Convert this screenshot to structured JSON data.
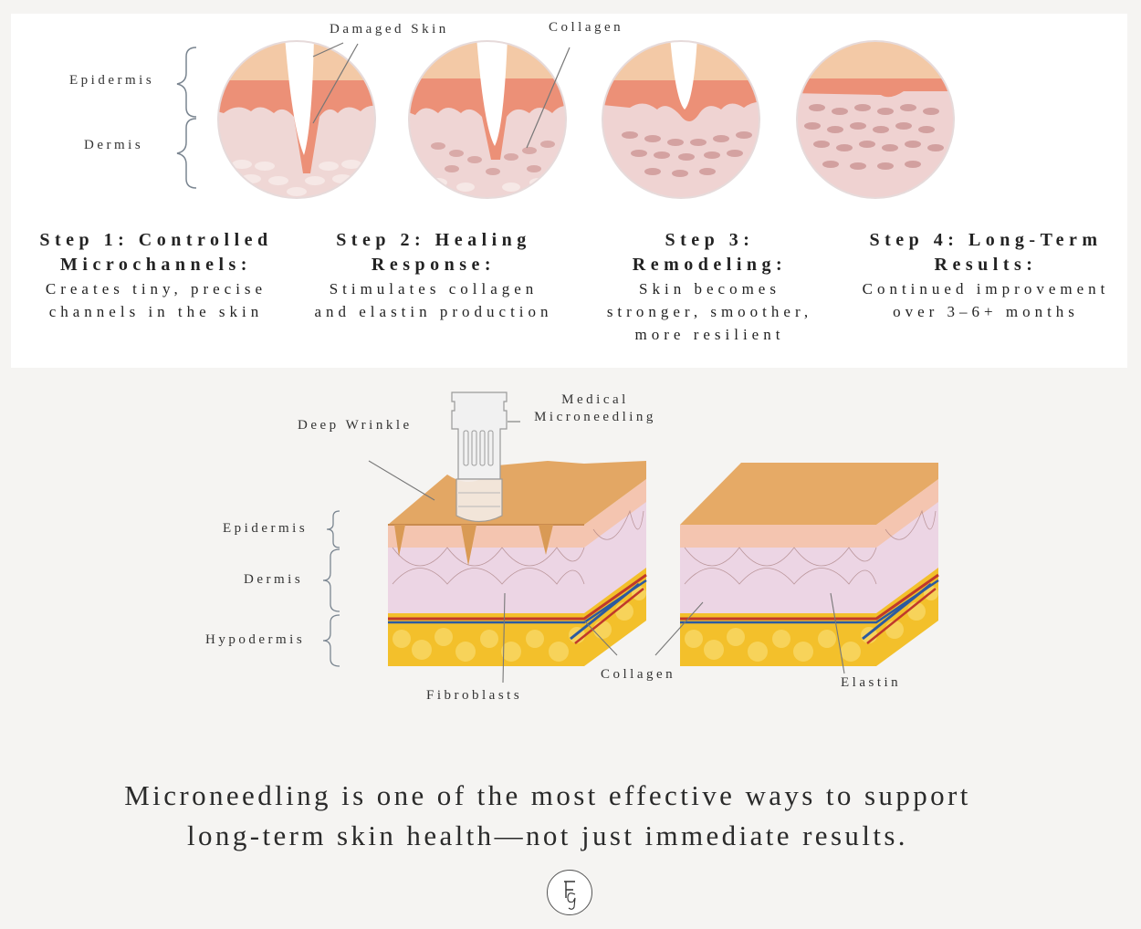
{
  "top_diagram": {
    "labels": {
      "damaged_skin": "Damaged Skin",
      "collagen": "Collagen",
      "epidermis": "Epidermis",
      "dermis": "Dermis"
    },
    "steps": [
      {
        "title": "Step 1: Controlled Microchannels:",
        "text": "Creates tiny, precise channels in the skin"
      },
      {
        "title": "Step 2: Healing Response:",
        "text": "Stimulates collagen and elastin production"
      },
      {
        "title": "Step 3: Remodeling:",
        "text": "Skin becomes stronger, smoother, more resilient"
      },
      {
        "title": "Step 4: Long-Term Results:",
        "text": "Continued improvement over 3–6+ months"
      }
    ]
  },
  "bottom_diagram": {
    "labels": {
      "medical_microneedling": "Medical Microneedling",
      "deep_wrinkle": "Deep Wrinkle",
      "epidermis": "Epidermis",
      "dermis": "Dermis",
      "hypodermis": "Hypodermis",
      "fibroblasts": "Fibroblasts",
      "collagen": "Collagen",
      "elastin": "Elastin"
    }
  },
  "quote": {
    "line1": "Microneedling is one of the most effective ways to support",
    "line2": "long-term skin health—not just immediate results."
  },
  "colors": {
    "epidermis": "#f3c8a5",
    "red_band": "#ec8f7c",
    "dermis": "#f0d0d0",
    "fat": "#f2b81f",
    "skin_top": "#e3a86a"
  },
  "logo_icon": "monogram-logo"
}
